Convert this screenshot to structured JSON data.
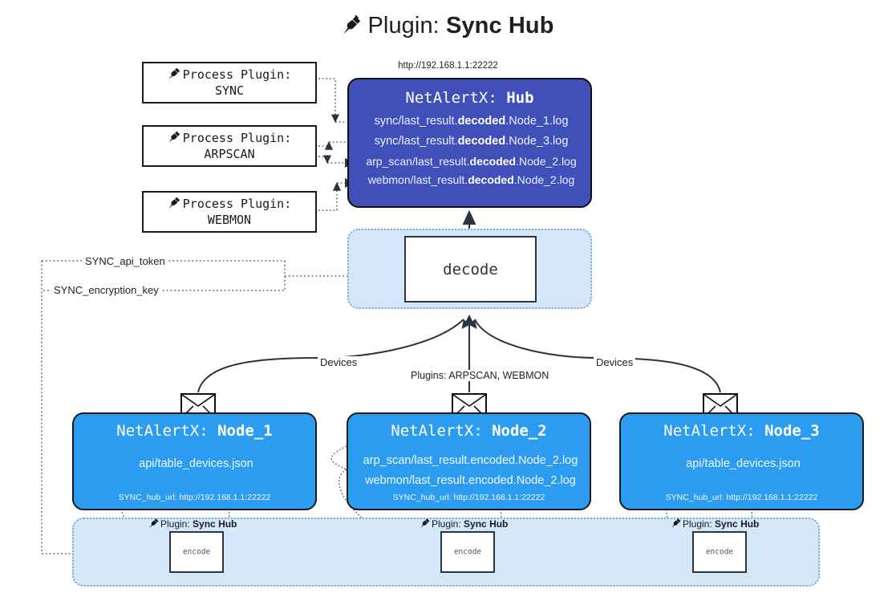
{
  "page": {
    "title_prefix": "Plugin:",
    "title_name": "Sync Hub",
    "plug_icon": "plug-icon"
  },
  "hub": {
    "url": "http://192.168.1.1:22222",
    "title_prefix": "NetAlertX:",
    "title_name": "Hub",
    "logs": [
      {
        "pre": "sync/last_result.",
        "bold": "decoded",
        "post": ".Node_1.log"
      },
      {
        "pre": "sync/last_result.",
        "bold": "decoded",
        "post": ".Node_3.log"
      },
      {
        "pre": "arp_scan/last_result.",
        "bold": "decoded",
        "post": ".Node_2.log"
      },
      {
        "pre": "webmon/last_result.",
        "bold": "decoded",
        "post": ".Node_2.log"
      }
    ]
  },
  "process_plugins": [
    {
      "label": "Process Plugin:",
      "name": "SYNC"
    },
    {
      "label": "Process Plugin:",
      "name": "ARPSCAN"
    },
    {
      "label": "Process Plugin:",
      "name": "WEBMON"
    }
  ],
  "decode": {
    "label": "decode"
  },
  "settings": {
    "api_token": "SYNC_api_token",
    "encryption_key": "SYNC_encryption_key"
  },
  "edge_labels": {
    "devices_left": "Devices",
    "devices_right": "Devices",
    "plugins_middle": "Plugins: ARPSCAN, WEBMON"
  },
  "nodes": [
    {
      "title_prefix": "NetAlertX:",
      "title_name": "Node_1",
      "lines": [
        {
          "text": "api/table_devices.json"
        }
      ],
      "hub_url_label": "SYNC_hub_url: http://192.168.1.1:22222",
      "encode_label": "encode",
      "plugin_label_prefix": "Plugin:",
      "plugin_label_name": "Sync Hub"
    },
    {
      "title_prefix": "NetAlertX:",
      "title_name": "Node_2",
      "lines": [
        {
          "text": "arp_scan/last_result.encoded.Node_2.log"
        },
        {
          "text": "webmon/last_result.encoded.Node_2.log"
        }
      ],
      "hub_url_label": "SYNC_hub_url: http://192.168.1.1:22222",
      "encode_label": "encode",
      "plugin_label_prefix": "Plugin:",
      "plugin_label_name": "Sync Hub"
    },
    {
      "title_prefix": "NetAlertX:",
      "title_name": "Node_3",
      "lines": [
        {
          "text": "api/table_devices.json"
        }
      ],
      "hub_url_label": "SYNC_hub_url: http://192.168.1.1:22222",
      "encode_label": "encode",
      "plugin_label_prefix": "Plugin:",
      "plugin_label_name": "Sync Hub"
    }
  ],
  "colors": {
    "hub_fill": "#4150b8",
    "node_fill": "#2b9cf0",
    "container_fill": "#d4e8fa",
    "container_border": "#7ea8cf",
    "stroke": "#1a1a1a",
    "background": "#ffffff"
  }
}
